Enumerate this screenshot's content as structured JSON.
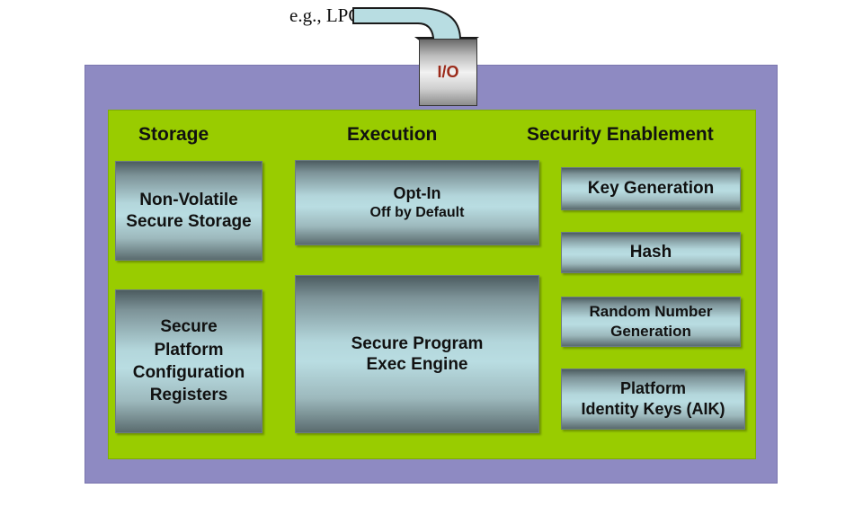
{
  "io": {
    "bus_label": "e.g., LPC",
    "port_label": "I/O",
    "port_color": "#9b2a1a"
  },
  "colors": {
    "outer": "#8e8ac2",
    "inner": "#99cc00",
    "arrow": "#b8dde2"
  },
  "columns": {
    "storage": {
      "title": "Storage",
      "boxes": [
        {
          "label": "Non-Volatile Secure Storage",
          "lines": [
            "Non-Volatile",
            "Secure Storage"
          ]
        },
        {
          "label": "Secure Platform Configuration Registers",
          "lines": [
            "Secure",
            "Platform",
            "Configuration",
            "Registers"
          ]
        }
      ]
    },
    "execution": {
      "title": "Execution",
      "boxes": [
        {
          "lines": [
            "Opt-In",
            "Off by Default"
          ]
        },
        {
          "lines": [
            "Secure Program",
            "Exec Engine"
          ]
        }
      ]
    },
    "security": {
      "title": "Security Enablement",
      "boxes": [
        {
          "lines": [
            "Key Generation"
          ]
        },
        {
          "lines": [
            "Hash"
          ]
        },
        {
          "lines": [
            "Random Number",
            "Generation"
          ]
        },
        {
          "lines": [
            "Platform",
            "Identity Keys (AIK)"
          ]
        }
      ]
    }
  }
}
